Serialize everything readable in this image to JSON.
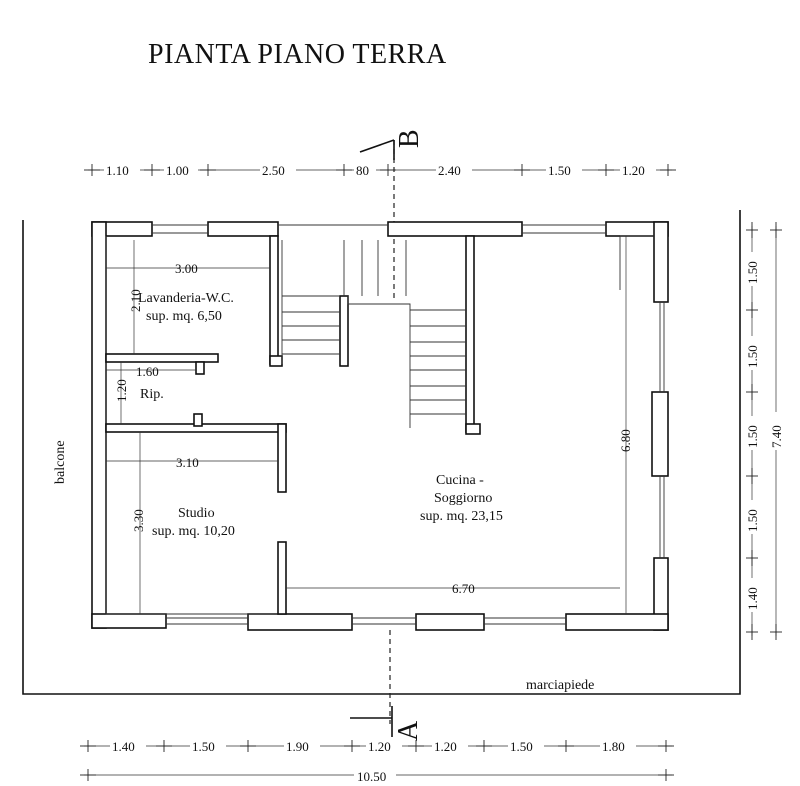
{
  "title": "PIANTA PIANO TERRA",
  "rooms": {
    "lavanderia": {
      "name": "Lavanderia-W.C.",
      "area": "sup. mq. 6,50",
      "width": "3.00",
      "depth": "2.10"
    },
    "ripostiglio": {
      "name": "Rip.",
      "width": "1.60",
      "depth": "1.20"
    },
    "studio": {
      "name": "Studio",
      "area": "sup. mq. 10,20",
      "width": "3.10",
      "depth": "3.30"
    },
    "cucina": {
      "name1": "Cucina -",
      "name2": "Soggiorno",
      "area": "sup. mq. 23,15",
      "width": "6.70",
      "depth": "6.80"
    }
  },
  "labels": {
    "balcone": "balcone",
    "marciapiede": "marciapiede",
    "section_a": "A",
    "section_b": "B"
  },
  "dims_top": [
    "1.10",
    "1.00",
    "2.50",
    "80",
    "2.40",
    "1.50",
    "1.20"
  ],
  "dims_bottom": [
    "1.40",
    "1.50",
    "1.90",
    "1.20",
    "1.20",
    "1.50",
    "1.80"
  ],
  "dim_total_bottom": "10.50",
  "dims_right": [
    "1.50",
    "1.50",
    "1.50",
    "1.50",
    "1.40"
  ],
  "dim_total_right": "7.40"
}
